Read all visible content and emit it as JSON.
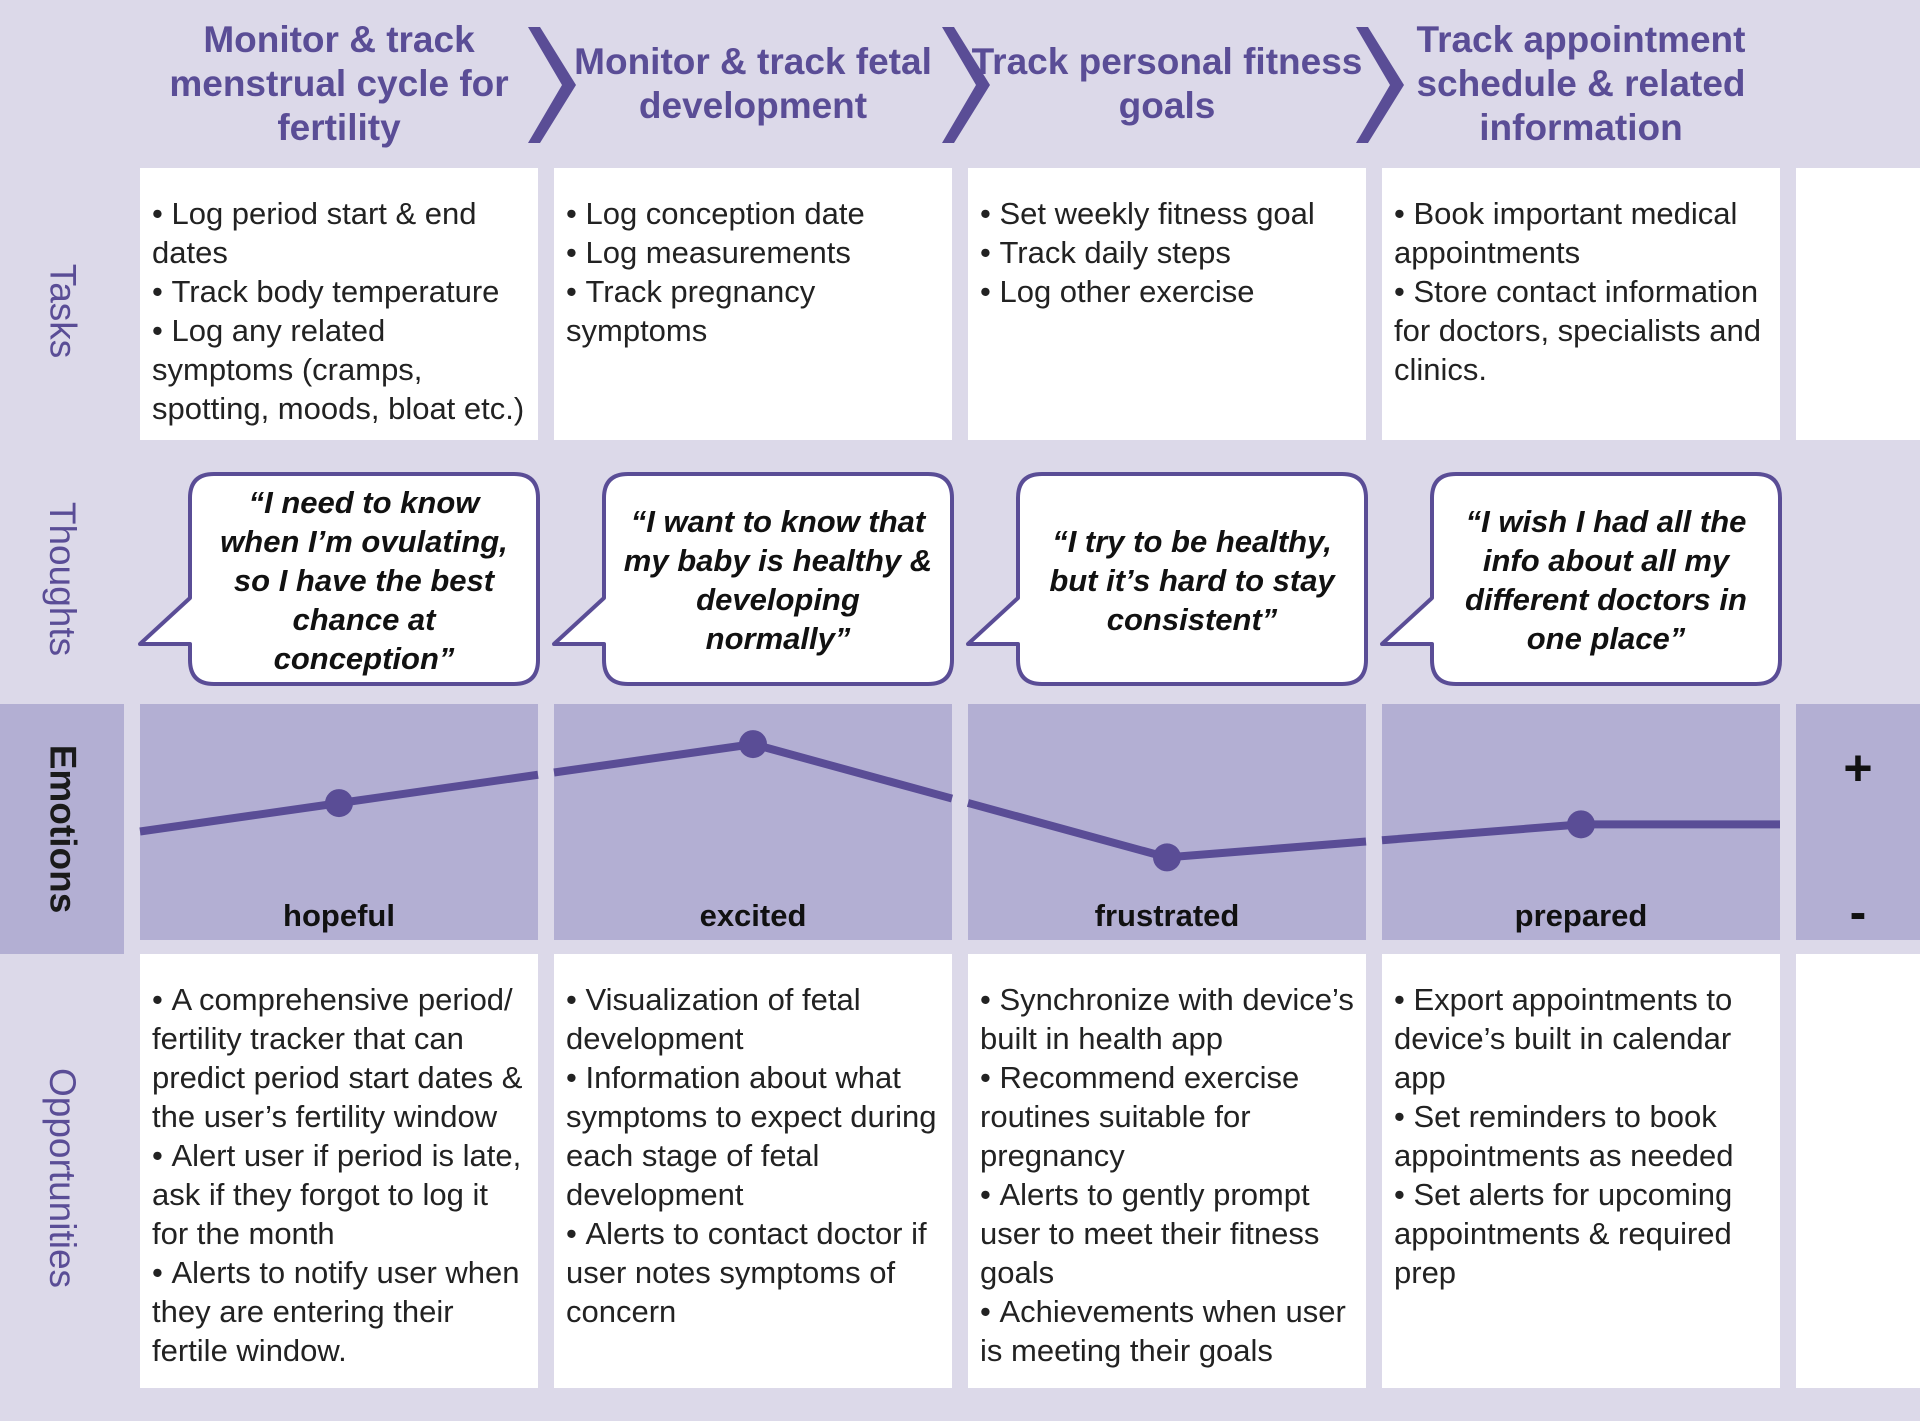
{
  "colors": {
    "accent": "#5a4d96",
    "band": "#dcd9e9",
    "emotion_band": "#b3afd3",
    "cell": "#ffffff"
  },
  "stages": [
    "Monitor & track menstrual cycle for fertility",
    "Monitor & track fetal development",
    "Track personal fitness goals",
    "Track appointment schedule & related information"
  ],
  "row_labels": {
    "tasks": "Tasks",
    "thoughts": "Thoughts",
    "emotions": "Emotions",
    "opportunities": "Opportunities"
  },
  "tasks": [
    [
      "Log period start & end dates",
      "Track body temperature",
      "Log any related symptoms (cramps, spotting, moods, bloat etc.)"
    ],
    [
      "Log conception date",
      "Log measurements",
      "Track pregnancy symptoms"
    ],
    [
      "Set weekly fitness goal",
      "Track daily steps",
      "Log other exercise"
    ],
    [
      "Book important medical appointments",
      "Store contact information for doctors, specialists and clinics."
    ]
  ],
  "thoughts": [
    "“I need to know when I’m ovulating, so I have the best chance at conception”",
    "“I want to know that my baby is healthy & developing normally”",
    "“I try to be healthy, but it’s hard to stay consistent”",
    "“I wish I had all the info about all my different doctors in one place”"
  ],
  "emotions": {
    "labels": [
      "hopeful",
      "excited",
      "frustrated",
      "prepared"
    ],
    "levels": [
      0.58,
      0.83,
      0.35,
      0.49
    ],
    "scale_plus": "+",
    "scale_minus": "-"
  },
  "opportunities": [
    [
      "A comprehensive period/ fertility tracker that can predict period start dates & the user’s fertility window",
      "Alert user if period is late, ask if they forgot to log it for the month",
      "Alerts to notify user when they are entering their fertile window."
    ],
    [
      "Visualization of fetal development",
      "Information about what symptoms to expect during each stage of fetal development",
      "Alerts to contact doctor if user notes symptoms of concern"
    ],
    [
      "Synchronize with device’s built in health app",
      "Recommend exercise routines suitable for pregnancy",
      "Alerts to gently prompt user to meet their fitness goals",
      "Achievements when user is meeting their goals"
    ],
    [
      "Export appointments to device’s built in calendar app",
      "Set reminders to book appointments as needed",
      "Set alerts for upcoming appointments & required prep"
    ]
  ]
}
